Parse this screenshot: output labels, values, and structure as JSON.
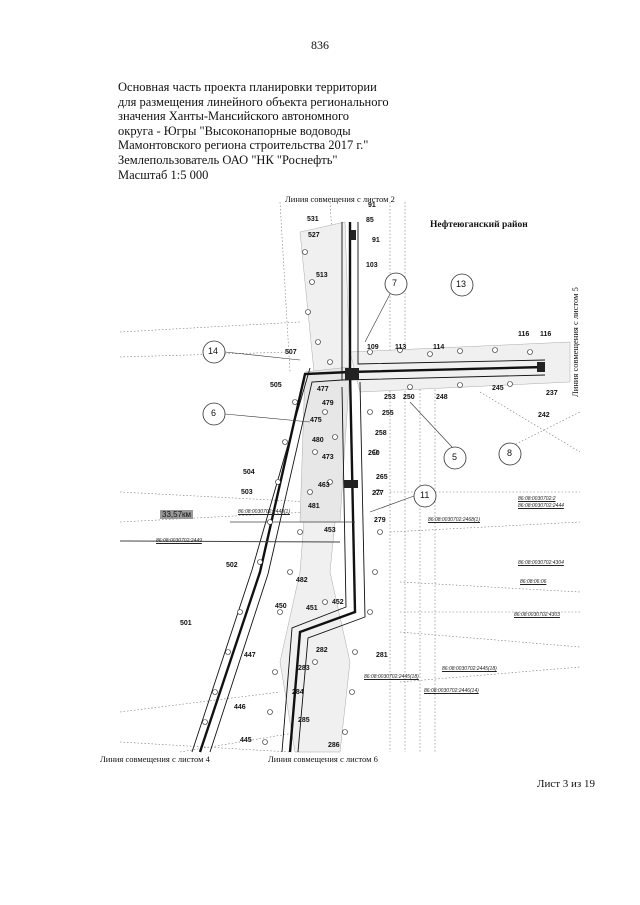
{
  "page_number": "836",
  "header": {
    "lines": [
      "Основная часть проекта планировки территории",
      "для размещения линейного объекта регионального",
      "значения Ханты-Мансийского автономного",
      "округа - Югры \"Высоконапорные водоводы",
      "Мамонтовского региона строительства 2017 г.\"",
      "Землепользователь ОАО \"НК \"Роснефть\"",
      "Масштаб 1:5 000"
    ]
  },
  "map": {
    "district_label": "Нефтеюганский район",
    "link_top": "Линия совмещения с листом 2",
    "link_right": "Линия совмещения с листом 5",
    "link_bottom_left": "Линия совмещения с листом 4",
    "link_bottom_right": "Линия совмещения с листом 6",
    "elevation_mark": "33,57км",
    "circled_labels": [
      "7",
      "13",
      "14",
      "6",
      "5",
      "8",
      "11"
    ],
    "parcel_labels": [
      "91",
      "85",
      "531",
      "527",
      "91",
      "103",
      "513",
      "507",
      "505",
      "109",
      "113",
      "114",
      "116",
      "116",
      "237",
      "242",
      "245",
      "248",
      "250",
      "253",
      "255",
      "258",
      "260",
      "265",
      "277",
      "279",
      "477",
      "479",
      "475",
      "480",
      "473",
      "463",
      "504",
      "503",
      "481",
      "453",
      "502",
      "482",
      "450",
      "451",
      "452",
      "501",
      "447",
      "282",
      "281",
      "283",
      "284",
      "446",
      "285",
      "445",
      "286"
    ],
    "cadastral_labels": [
      "86:08:0030702:2448(1)",
      "86:08:0030702:2449",
      "86:08:0030702:2468(1)",
      "86:08:0030702:2444",
      "86:08:0030702:2",
      "86:08:0030702:4304",
      "86:08:06:06",
      "86:08:0030702:4303",
      "86:08:0030702:2445(18)",
      "86:08:0030702:2445(18)",
      "86:08:0030702:2446(14)"
    ]
  },
  "footer": {
    "sheet": "Лист 3 из 19"
  }
}
